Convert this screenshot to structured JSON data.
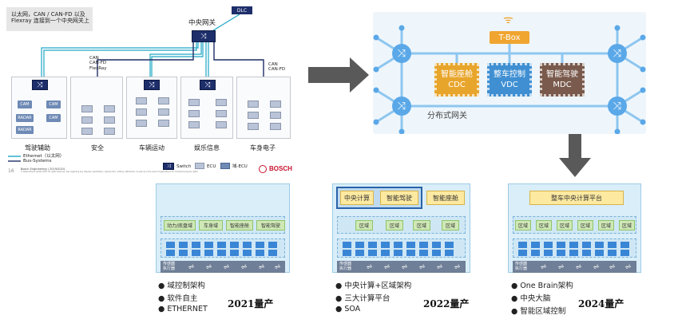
{
  "bosch": {
    "note": "以太网，CAN / CAN-FD 以及\nFlexray 连接到一个中央网关上",
    "dlc": "DLC",
    "central_gateway": "中央网关",
    "bus_label_1": "CAN\nCAN-FD\nFlexRay",
    "bus_label_2": "CAN\nCAN-FD",
    "zones": [
      "驾驶辅助",
      "安全",
      "车辆运动",
      "娱乐信息",
      "车身电子"
    ],
    "chips": [
      "CAM",
      "CAM",
      "RADAR",
      "CAM",
      "RADAR"
    ],
    "legend_ethernet": "Ethernet（以太网）",
    "legend_bus": "Bus-Systems",
    "legend_switch": "Switch",
    "legend_ecu": "ECU",
    "legend_decu": "域-ECU",
    "page_number": "16",
    "footer_line": "Bosch Engineering | 2019/2024",
    "footer_small": "© Robert Bosch GmbH 2019. All rights reserved, also regarding any disposal, exploitation, reproduction, editing, distribution, as well as in the event of applications for industrial property rights.",
    "brand": "BOSCH",
    "colors": {
      "ethernet": "#1fa7c5",
      "bus": "#1f2d63",
      "gateway": "#1d2e6b",
      "brand": "#c8102e"
    }
  },
  "distributed": {
    "tbox": "T-Box",
    "domains": [
      {
        "line1": "智能座舱",
        "line2": "CDC",
        "color": "#e8a52c"
      },
      {
        "line1": "整车控制",
        "line2": "VDC",
        "color": "#3f8fd2"
      },
      {
        "line1": "智能驾驶",
        "line2": "MDC",
        "color": "#7a5a4c"
      }
    ],
    "gateway_label": "分布式网关",
    "accent": "#5aa8e8"
  },
  "stages": [
    {
      "top_chips": [
        "动力/底盘域",
        "车身域",
        "智能座舱",
        "智能驾驶"
      ],
      "io_label": "传感器\n执行器",
      "bullets": [
        "域控制架构",
        "软件自主",
        "ETHERNET"
      ],
      "year": "2021量产"
    },
    {
      "top_chips": [
        "中央计算",
        "智能驾驶",
        "智能座舱"
      ],
      "region_chips": [
        "区域",
        "区域",
        "区域",
        "区域"
      ],
      "io_label": "传感器\n执行器",
      "bullets": [
        "中央计算+区域架构",
        "三大计算平台",
        "SOA"
      ],
      "year": "2022量产"
    },
    {
      "top_chips": [
        "整车中央计算平台"
      ],
      "region_chips": [
        "区域",
        "区域",
        "区域",
        "区域",
        "区域",
        "区域"
      ],
      "io_label": "传感器\n执行器",
      "bullets": [
        "One Brain架构",
        "中央大脑",
        "智能区域控制"
      ],
      "year": "2024量产"
    }
  ]
}
